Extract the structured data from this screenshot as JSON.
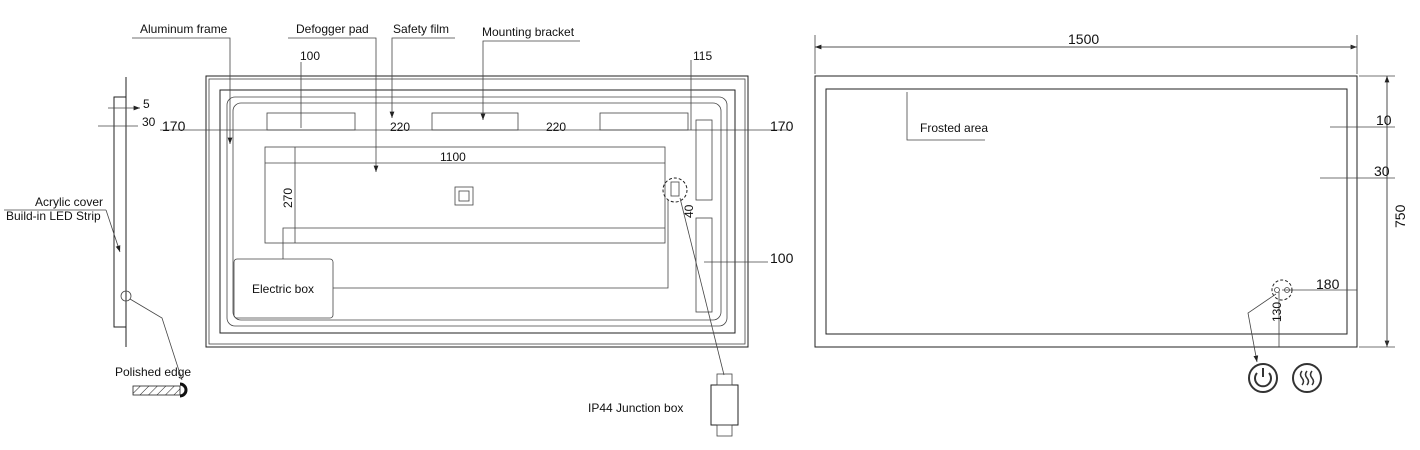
{
  "side_view": {
    "labels": {
      "acrylic_cover": "Acrylic cover",
      "led_strip": "Build-in LED Strip",
      "polished_edge": "Polished edge"
    },
    "dims": {
      "thickness_glass": "5",
      "thickness_total": "30"
    }
  },
  "back_view": {
    "labels": {
      "aluminum_frame": "Aluminum frame",
      "defogger_pad": "Defogger pad",
      "safety_film": "Safety film",
      "mounting_bracket": "Mounting bracket",
      "electric_box": "Electric box",
      "junction_box": "IP44 Junction box"
    },
    "dims": {
      "top_offset": "100",
      "right_offset": "115",
      "left_margin": "170",
      "gap_1": "220",
      "gap_2": "220",
      "right_margin": "170",
      "defogger_width": "1100",
      "defogger_height": "270",
      "strip_gap": "40",
      "strip_offset": "100"
    }
  },
  "front_view": {
    "labels": {
      "frosted_area": "Frosted area"
    },
    "dims": {
      "width": "1500",
      "height": "750",
      "frost_inner": "10",
      "frost_band": "30",
      "switch_right": "180",
      "switch_bottom": "130"
    },
    "icons": [
      "power-icon",
      "defogger-heat-icon"
    ]
  },
  "colors": {
    "line": "#222222",
    "frost": "#bbbbbb"
  }
}
